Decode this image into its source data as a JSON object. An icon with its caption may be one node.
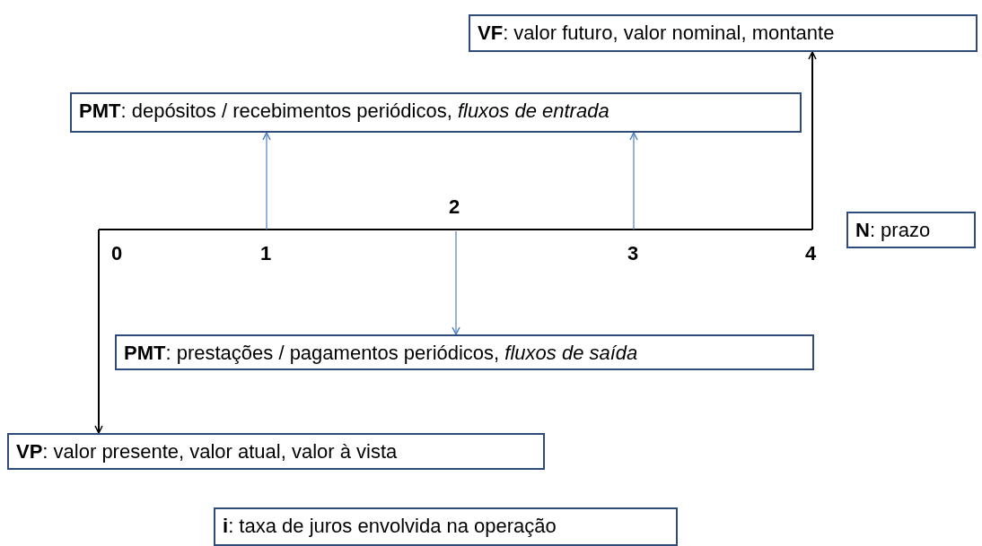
{
  "diagram": {
    "nodes": [
      {
        "text": [
          "**VF**: valor futuro, valor nominal, montante"
        ]
      },
      {
        "text": [
          "**PMT**: depósitos / recebimentos periódicos, *fluxos de entrada*"
        ]
      },
      {
        "text": [
          "**N**: prazo"
        ]
      },
      {
        "text": [
          "**PMT**: prestações / pagamentos periódicos, *fluxos de saída*"
        ]
      },
      {
        "text": [
          "**VP**: valor presente, valor atual, valor à vista"
        ]
      },
      {
        "text": [
          "**i**: taxa de juros envolvida na operação"
        ]
      }
    ],
    "edges": [
      {
        "from": null,
        "to": 0,
        "arrow": "to",
        "color": "#000000"
      },
      {
        "from": null,
        "to": 1,
        "arrow": "to"
      },
      {
        "from": null,
        "to": 1,
        "arrow": "to"
      },
      {
        "from": null,
        "to": 3,
        "arrow": "to"
      },
      {
        "from": null,
        "to": 4,
        "arrow": "to",
        "color": "#000000"
      }
    ],
    "labels": [
      "2",
      "0",
      "1",
      "3",
      "4"
    ]
  }
}
